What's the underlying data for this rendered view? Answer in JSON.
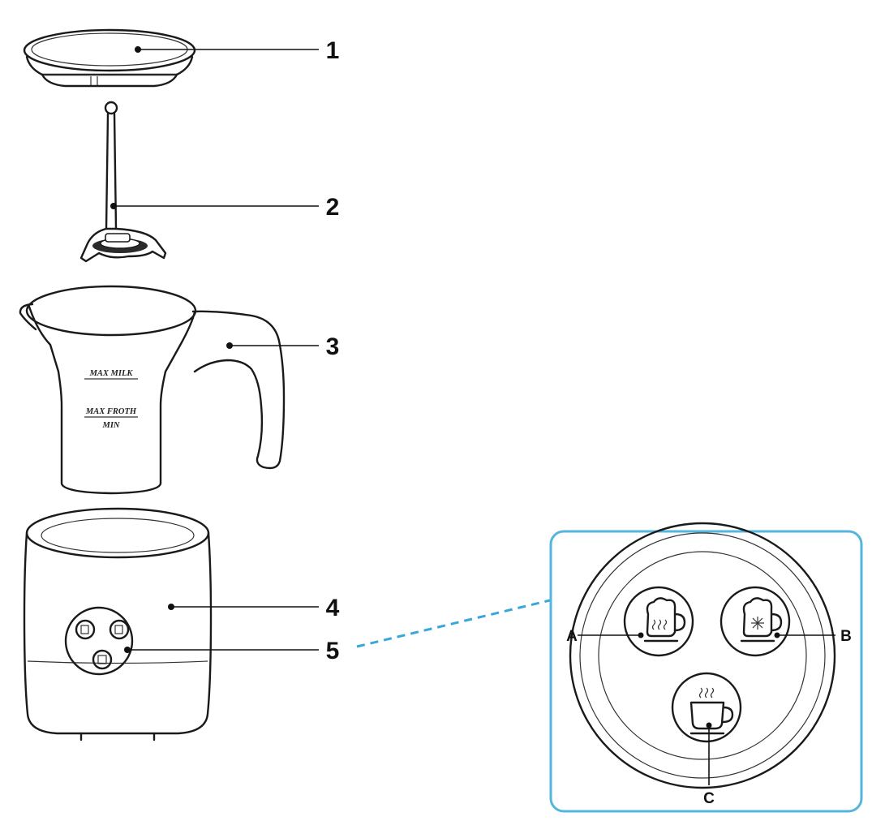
{
  "callouts": {
    "part_1": "1",
    "part_2": "2",
    "part_3": "3",
    "part_4": "4",
    "part_5": "5"
  },
  "panel_callouts": {
    "a": "A",
    "b": "B",
    "c": "C"
  },
  "jug_markings": {
    "max_milk": "MAX MILK",
    "max_froth": "MAX FROTH",
    "min": "MIN"
  },
  "colors": {
    "panel_border": "#55b6dc",
    "dashed_connector": "#39a6d8",
    "outline": "#1a1a1a"
  },
  "icons": {
    "button_a": "hot-froth-mug-icon",
    "button_b": "cold-froth-mug-icon",
    "button_c": "hot-milk-cup-icon"
  }
}
